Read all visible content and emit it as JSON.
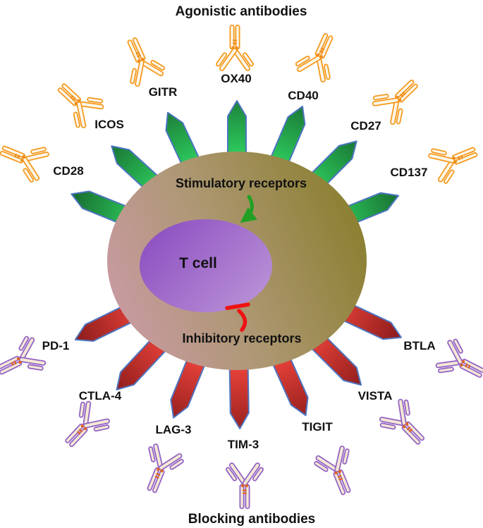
{
  "figure": {
    "top_title": "Agonistic antibodies",
    "bottom_title": "Blocking antibodies",
    "cell_label": "T cell",
    "stimulatory_caption": "Stimulatory receptors",
    "inhibitory_caption": "Inhibitory receptors"
  },
  "receptors": {
    "stimulatory": [
      {
        "name": "CD28"
      },
      {
        "name": "ICOS"
      },
      {
        "name": "GITR"
      },
      {
        "name": "OX40"
      },
      {
        "name": "CD40"
      },
      {
        "name": "CD27"
      },
      {
        "name": "CD137"
      }
    ],
    "inhibitory": [
      {
        "name": "PD-1"
      },
      {
        "name": "CTLA-4"
      },
      {
        "name": "LAG-3"
      },
      {
        "name": "TIM-3"
      },
      {
        "name": "TIGIT"
      },
      {
        "name": "VISTA"
      },
      {
        "name": "BTLA"
      }
    ]
  },
  "antibodies": {
    "agonistic_outline": "#F59A1E",
    "agonistic_fill": "#FBF6EA",
    "agonistic_accent": "#EE8C1A",
    "blocking_outline": "#9463C6",
    "blocking_fill": "#F3E9D4",
    "blocking_accent": "#E0641E"
  },
  "colors": {
    "stimulatory_spike_bright": "#2ECC5E",
    "stimulatory_spike_dark": "#176B2F",
    "inhibitory_spike_bright": "#E9423A",
    "inhibitory_spike_dark": "#8E1D1C",
    "spike_outline": "#4D74C0",
    "cell_left": "#C89AA2",
    "cell_mid": "#AD9772",
    "cell_right": "#8A7F2F",
    "nucleus_dark": "#8A4CC0",
    "nucleus_light": "#B990D6",
    "arrow_green": "#22A024",
    "arrow_red": "#EE1313",
    "text": "#111111"
  }
}
